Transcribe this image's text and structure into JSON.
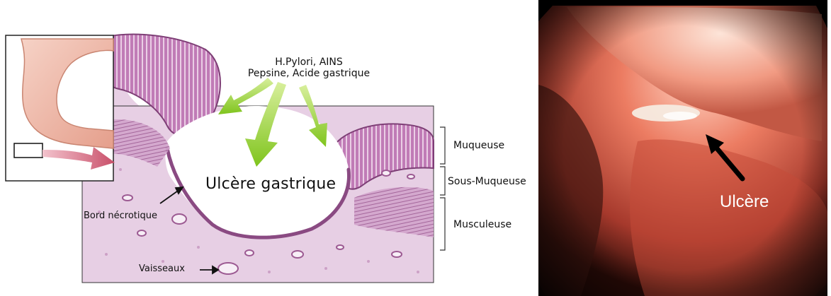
{
  "diagram": {
    "agents_line1": "H.Pylori, AINS",
    "agents_line2": "Pepsine, Acide gastrique",
    "ulcer_label": "Ulcère gastrique",
    "necrotic_edge_label": "Bord nécrotique",
    "vessels_label": "Vaisseaux",
    "layers": [
      {
        "name": "Muqueuse"
      },
      {
        "name": "Sous-Muqueuse"
      },
      {
        "name": "Musculeuse"
      }
    ],
    "colors": {
      "tissue": "#e7cfe4",
      "mucosa": "#a35e98",
      "arrow_green": "#8fcd2a",
      "stomach_pink": "#f2c0b0"
    }
  },
  "endoscopy": {
    "label": "Ulcère",
    "colors": {
      "mucosa_red": "#d9604a",
      "ulcer_white": "#f6ebe0"
    }
  }
}
